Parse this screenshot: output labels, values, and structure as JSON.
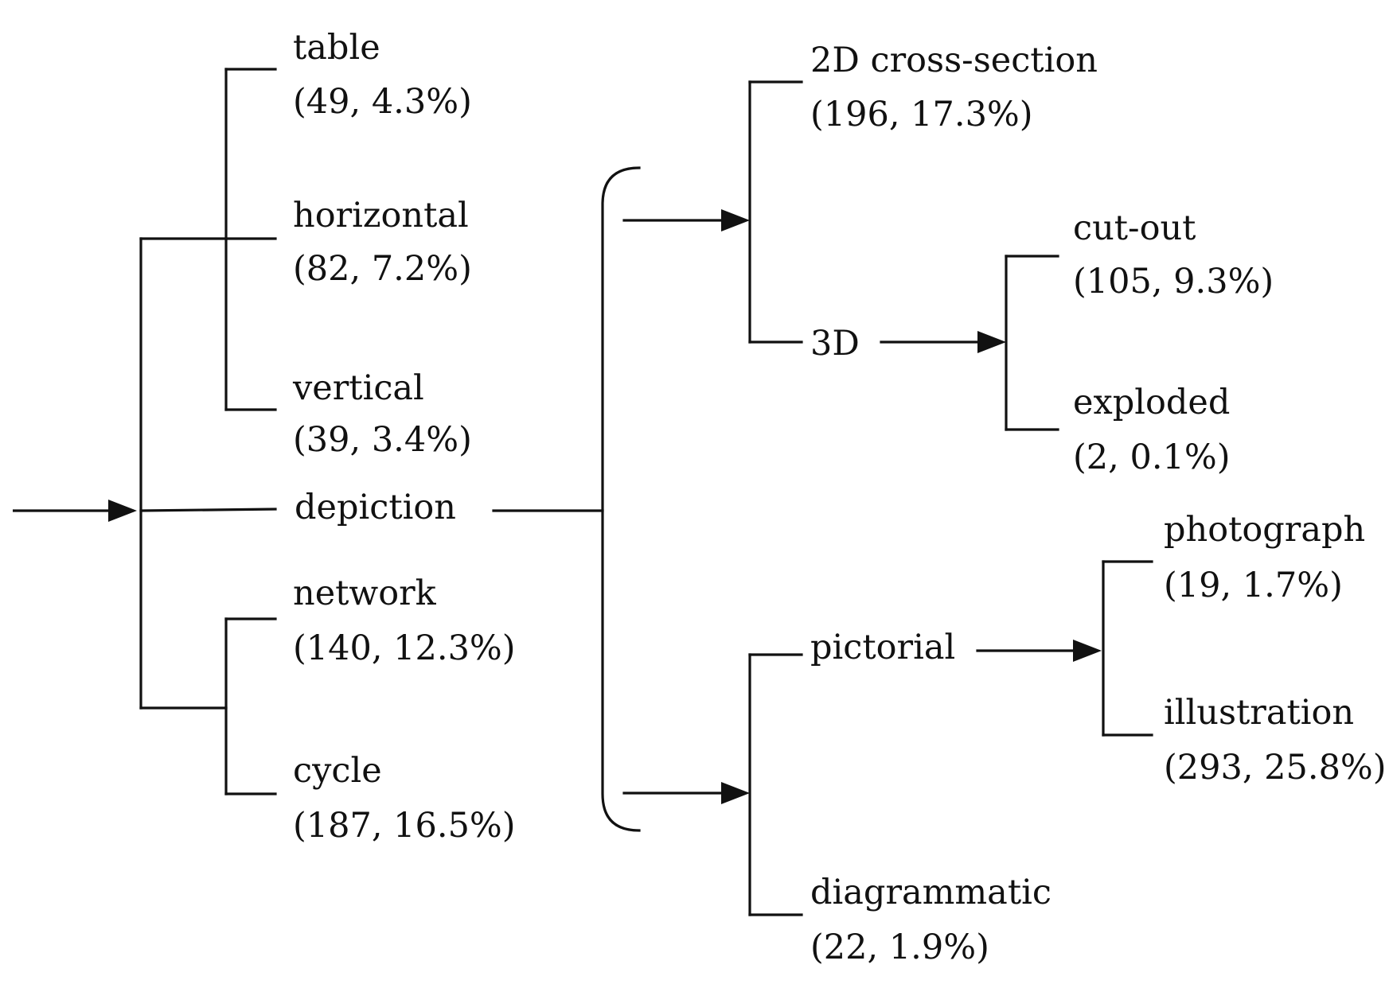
{
  "nodes": {
    "table": {
      "label": "table",
      "stats": "(49, 4.3%)"
    },
    "horizontal": {
      "label": "horizontal",
      "stats": "(82, 7.2%)"
    },
    "vertical": {
      "label": "vertical",
      "stats": "(39, 3.4%)"
    },
    "depiction": {
      "label": "depiction"
    },
    "network": {
      "label": "network",
      "stats": "(140, 12.3%)"
    },
    "cycle": {
      "label": "cycle",
      "stats": "(187, 16.5%)"
    },
    "cross_section": {
      "label": "2D cross-section",
      "stats": "(196, 17.3%)"
    },
    "three_d": {
      "label": "3D"
    },
    "cut_out": {
      "label": "cut-out",
      "stats": "(105, 9.3%)"
    },
    "exploded": {
      "label": "exploded",
      "stats": "(2, 0.1%)"
    },
    "pictorial": {
      "label": "pictorial"
    },
    "photograph": {
      "label": "photograph",
      "stats": "(19, 1.7%)"
    },
    "illustration": {
      "label": "illustration",
      "stats": "(293, 25.8%)"
    },
    "diagrammatic": {
      "label": "diagrammatic",
      "stats": "(22, 1.9%)"
    }
  }
}
